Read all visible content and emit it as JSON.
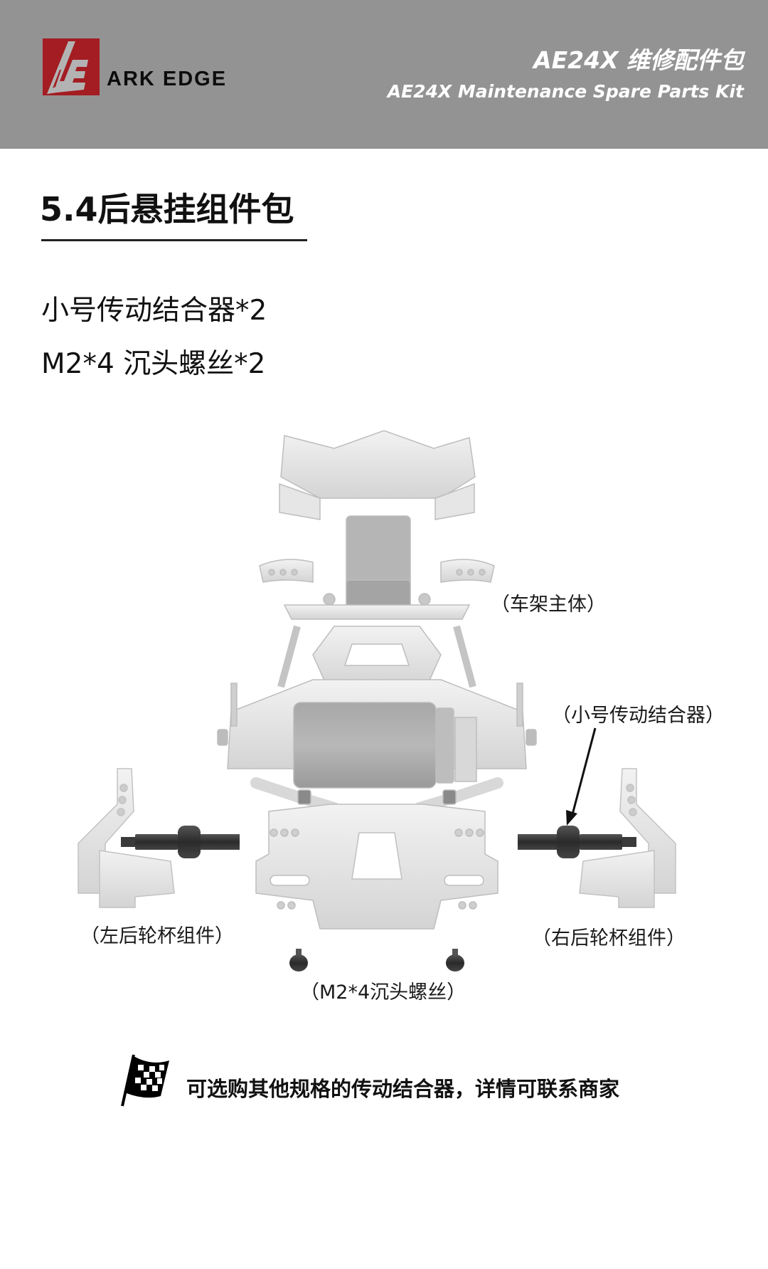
{
  "header": {
    "brand_name": "ARK EDGE",
    "logo_icon": "ae-logo-icon",
    "title": "AE24X 维修配件包",
    "subtitle": "AE24X Maintenance Spare Parts Kit",
    "background": "#939393",
    "logo_color": "#a31d22"
  },
  "section": {
    "title": "5.4后悬挂组件包",
    "items": [
      "小号传动结合器*2",
      "M2*4 沉头螺丝*2"
    ]
  },
  "diagram": {
    "labels": {
      "chassis": "（车架主体）",
      "small_coupler": "（小号传动结合器）",
      "left_hub": "（左后轮杯组件）",
      "right_hub": "（右后轮杯组件）",
      "screws": "（M2*4沉头螺丝）"
    }
  },
  "footer_note": {
    "icon": "checkered-flag-icon",
    "text": "可选购其他规格的传动结合器，详情可联系商家"
  }
}
